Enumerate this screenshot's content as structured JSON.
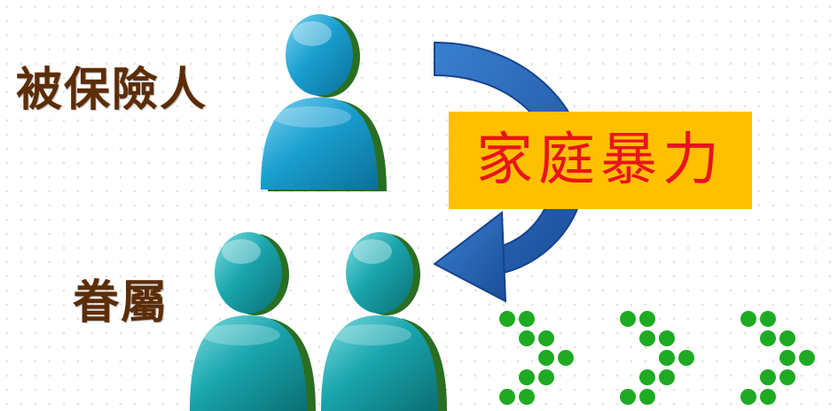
{
  "labels": {
    "insured": "被保險人",
    "dependents": "眷屬"
  },
  "callout": {
    "text": "家庭暴力",
    "background_color": "#ffc000",
    "text_color": "#e8141c"
  },
  "colors": {
    "label_text": "#5c2d06",
    "insured_figure": "#1a9fd0",
    "dependent_figure": "#1aa5ad",
    "figure_shadow": "#2a6e22",
    "arrow": "#2563b0",
    "dots": "#1eaa22"
  },
  "icons": {
    "insured": "person-icon",
    "dependents": "person-icon",
    "arrow": "curved-arrow-icon",
    "decoration": "chevron-dots-icon"
  }
}
